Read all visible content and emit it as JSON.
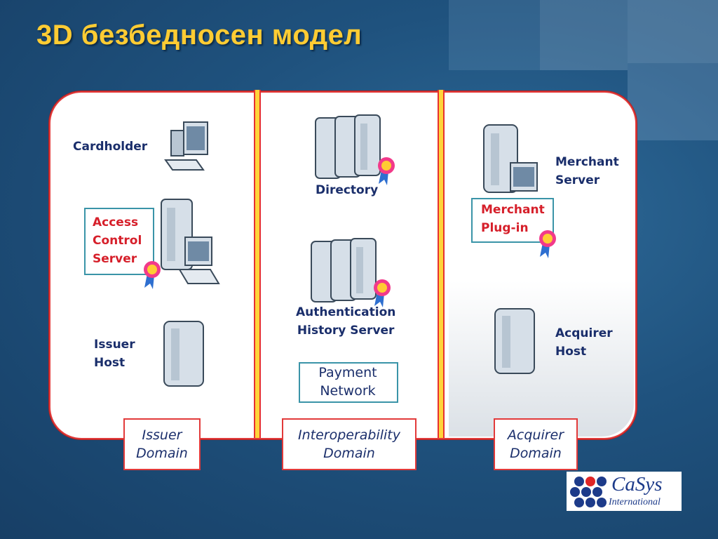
{
  "title": "3D безбедносен модел",
  "issuer": {
    "cardholder": "Cardholder",
    "acs": "Access\nControl\nServer",
    "issuer_host": "Issuer\nHost",
    "domain": "Issuer\nDomain"
  },
  "interop": {
    "directory": "Directory",
    "ahs": "Authentication\nHistory Server",
    "payment": "Payment\nNetwork",
    "domain": "Interoperability\nDomain"
  },
  "acquirer": {
    "merchant_server": "Merchant\nServer",
    "plugin": "Merchant\nPlug-in",
    "acquirer_host": "Acquirer\nHost",
    "domain": "Acquirer\nDomain"
  },
  "logo": {
    "name": "CaSys",
    "sub": "International"
  },
  "colors": {
    "title": "#ffcc33",
    "label": "#1a2e6b",
    "highlight": "#d61f2a",
    "background": "#1f527e"
  }
}
